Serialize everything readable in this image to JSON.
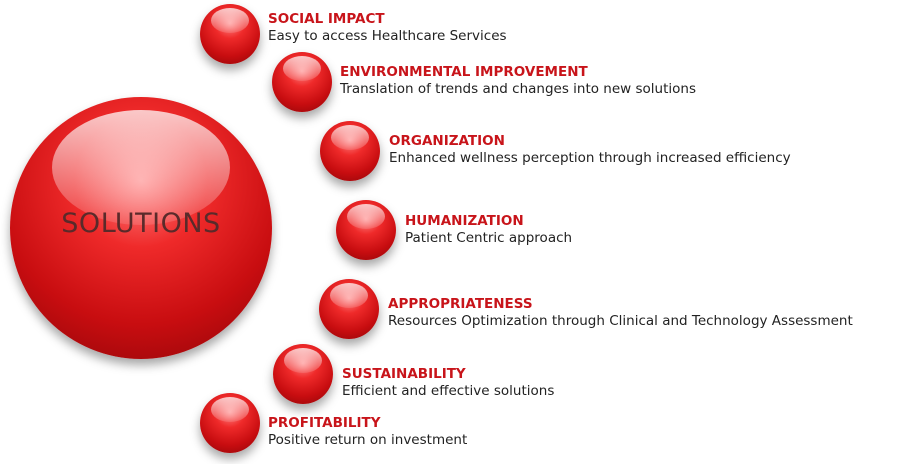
{
  "center": {
    "label": "SOLUTIONS"
  },
  "items": [
    {
      "title": "SOCIAL IMPACT",
      "description": "Easy to access Healthcare Services"
    },
    {
      "title": "ENVIRONMENTAL IMPROVEMENT",
      "description": "Translation of trends and changes into new solutions"
    },
    {
      "title": "ORGANIZATION",
      "description": "Enhanced wellness perception through increased efficiency"
    },
    {
      "title": "HUMANIZATION",
      "description": "Patient Centric approach"
    },
    {
      "title": "APPROPRIATENESS",
      "description": "Resources Optimization through Clinical and Technology Assessment"
    },
    {
      "title": "SUSTAINABILITY",
      "description": "Efficient and effective solutions"
    },
    {
      "title": "PROFITABILITY",
      "description": "Positive return on investment"
    }
  ],
  "colors": {
    "sphere": "#d41418",
    "title": "#c8141a",
    "text": "#222222"
  }
}
